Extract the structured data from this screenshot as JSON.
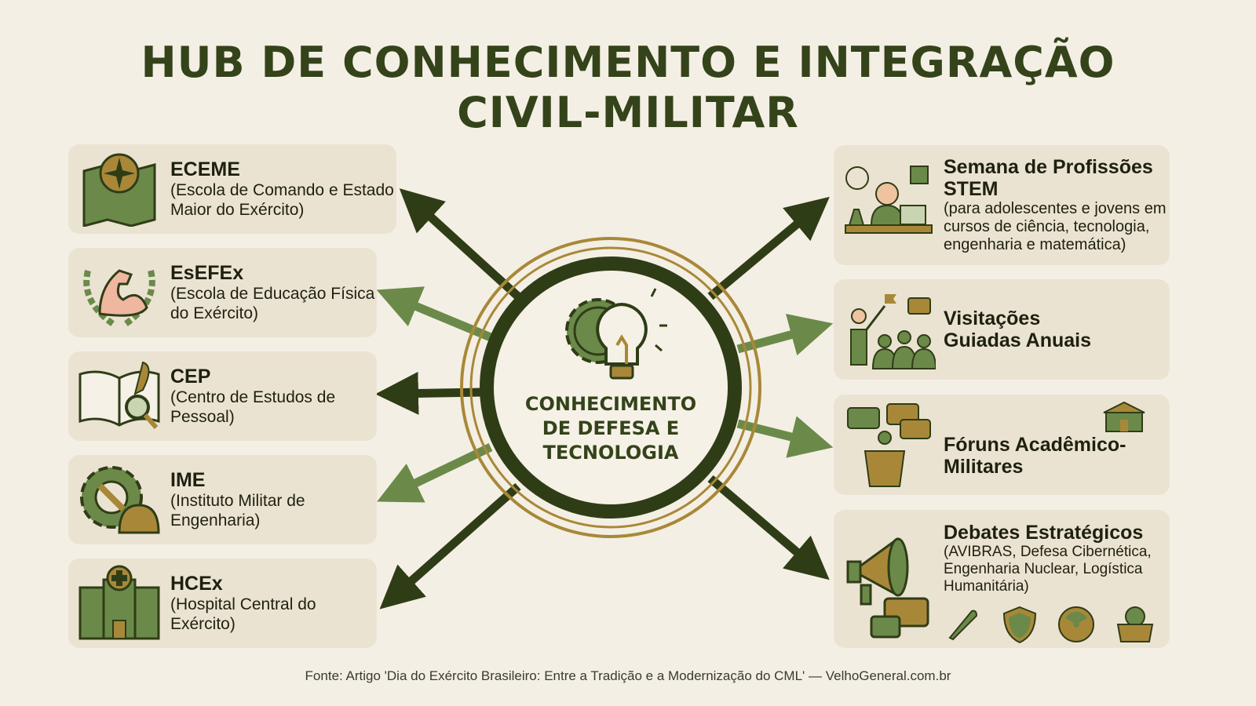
{
  "title": {
    "line1": "HUB DE CONHECIMENTO E INTEGRAÇÃO",
    "line2": "CIVIL-MILITAR"
  },
  "center": {
    "label": "CONHECIMENTO DE DEFESA E TECNOLOGIA",
    "icon": "gear-lightbulb-icon"
  },
  "left_items": [
    {
      "name": "ECEME",
      "desc": "(Escola de Comando e Estado Maior do Exército)",
      "icon": "compass-map-icon"
    },
    {
      "name": "EsEFEx",
      "desc": "(Escola de Educação Física do Exército)",
      "icon": "flexed-arm-laurel-icon"
    },
    {
      "name": "CEP",
      "desc": "(Centro de Estudos de Pessoal)",
      "icon": "book-magnifier-icon"
    },
    {
      "name": "IME",
      "desc": "(Instituto Militar de Engenharia)",
      "icon": "gear-wrench-helmet-icon"
    },
    {
      "name": "HCEx",
      "desc": "(Hospital Central do Exército)",
      "icon": "hospital-icon"
    }
  ],
  "right_items": [
    {
      "name": "Semana de Profissões STEM",
      "desc": "(para adolescentes e jovens em cursos de ciência, tecnologia, engenharia e matemática)",
      "icon": "student-lab-desk-icon"
    },
    {
      "name": "Visitações Guiadas Anuais",
      "desc": "",
      "icon": "guide-group-icon"
    },
    {
      "name": "Fóruns Acadêmico-Militares",
      "desc": "",
      "icon": "forum-podium-icon"
    },
    {
      "name": "Debates Estratégicos",
      "desc": "(AVIBRAS, Defesa Cibernética, Engenharia Nuclear, Logística Humanitária)",
      "icon": "megaphone-icon"
    }
  ],
  "footer": "Fonte: Artigo 'Dia do Exército Brasileiro: Entre a Tradição e a Modernização do CML' — VelhoGeneral.com.br",
  "colors": {
    "background": "#f4efe4",
    "card": "#ebe3d2",
    "dark_green": "#2f3d17",
    "light_green": "#6b8a4a",
    "gold": "#a88838"
  }
}
